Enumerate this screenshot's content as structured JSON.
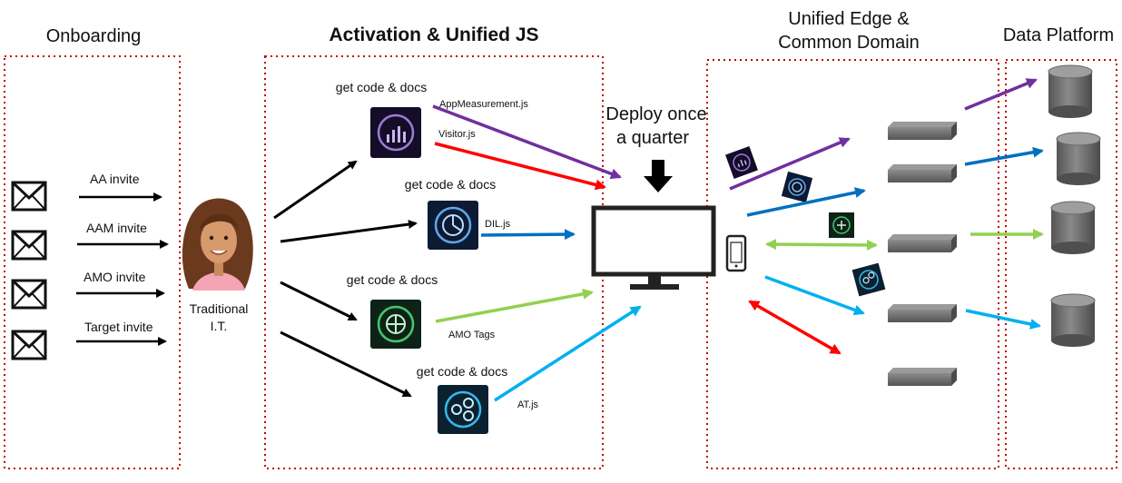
{
  "sections": {
    "onboarding": "Onboarding",
    "activation": "Activation & Unified JS",
    "edge_line1": "Unified Edge &",
    "edge_line2": "Common Domain",
    "data_platform": "Data Platform"
  },
  "invites": [
    "AA invite",
    "AAM invite",
    "AMO invite",
    "Target invite"
  ],
  "persona": {
    "line1": "Traditional",
    "line2": "I.T."
  },
  "get_code": [
    "get code & docs",
    "get code & docs",
    "get code & docs",
    "get code & docs"
  ],
  "libraries": {
    "appmeasurement": "AppMeasurement.js",
    "visitor": "Visitor.js",
    "dil": "DIL.js",
    "amo": "AMO Tags",
    "at": "AT.js"
  },
  "deploy": {
    "line1": "Deploy once",
    "line2": "a quarter"
  },
  "icons": [
    "mail-icon",
    "analytics-app-icon",
    "audience-manager-app-icon",
    "media-optimizer-app-icon",
    "target-app-icon",
    "desktop-monitor-icon",
    "mobile-phone-icon",
    "edge-server-icon",
    "database-icon",
    "down-arrow-icon"
  ],
  "colors": {
    "analytics": "#7030a0",
    "visitor": "#ff0000",
    "audience_manager": "#0070c0",
    "media_optimizer": "#92d050",
    "target": "#00b0f0",
    "frame": "#c00000"
  }
}
